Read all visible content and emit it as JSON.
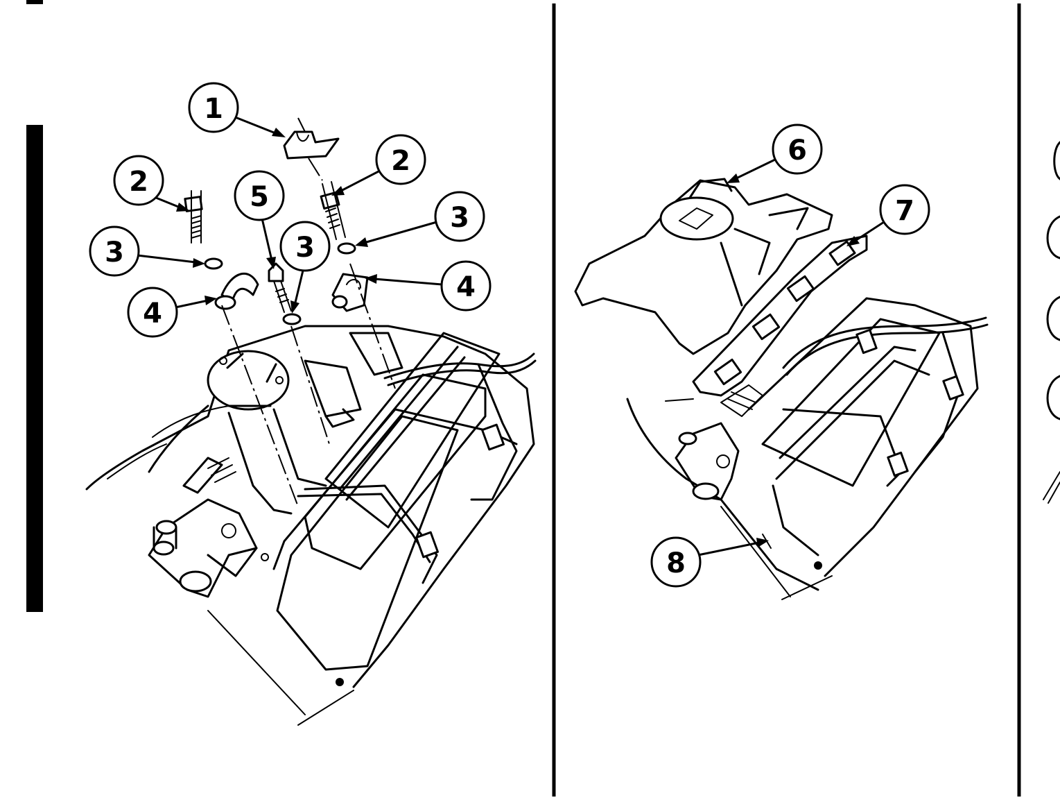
{
  "figure": {
    "colors": {
      "ink": "#000000",
      "paper": "#ffffff"
    },
    "panels": [
      {
        "id": "left",
        "callouts": [
          {
            "label": "1"
          },
          {
            "label": "2"
          },
          {
            "label": "2"
          },
          {
            "label": "5"
          },
          {
            "label": "3"
          },
          {
            "label": "3"
          },
          {
            "label": "3"
          },
          {
            "label": "4"
          },
          {
            "label": "4"
          }
        ]
      },
      {
        "id": "middle",
        "callouts": [
          {
            "label": "6"
          },
          {
            "label": "7"
          },
          {
            "label": "8"
          }
        ]
      }
    ]
  }
}
